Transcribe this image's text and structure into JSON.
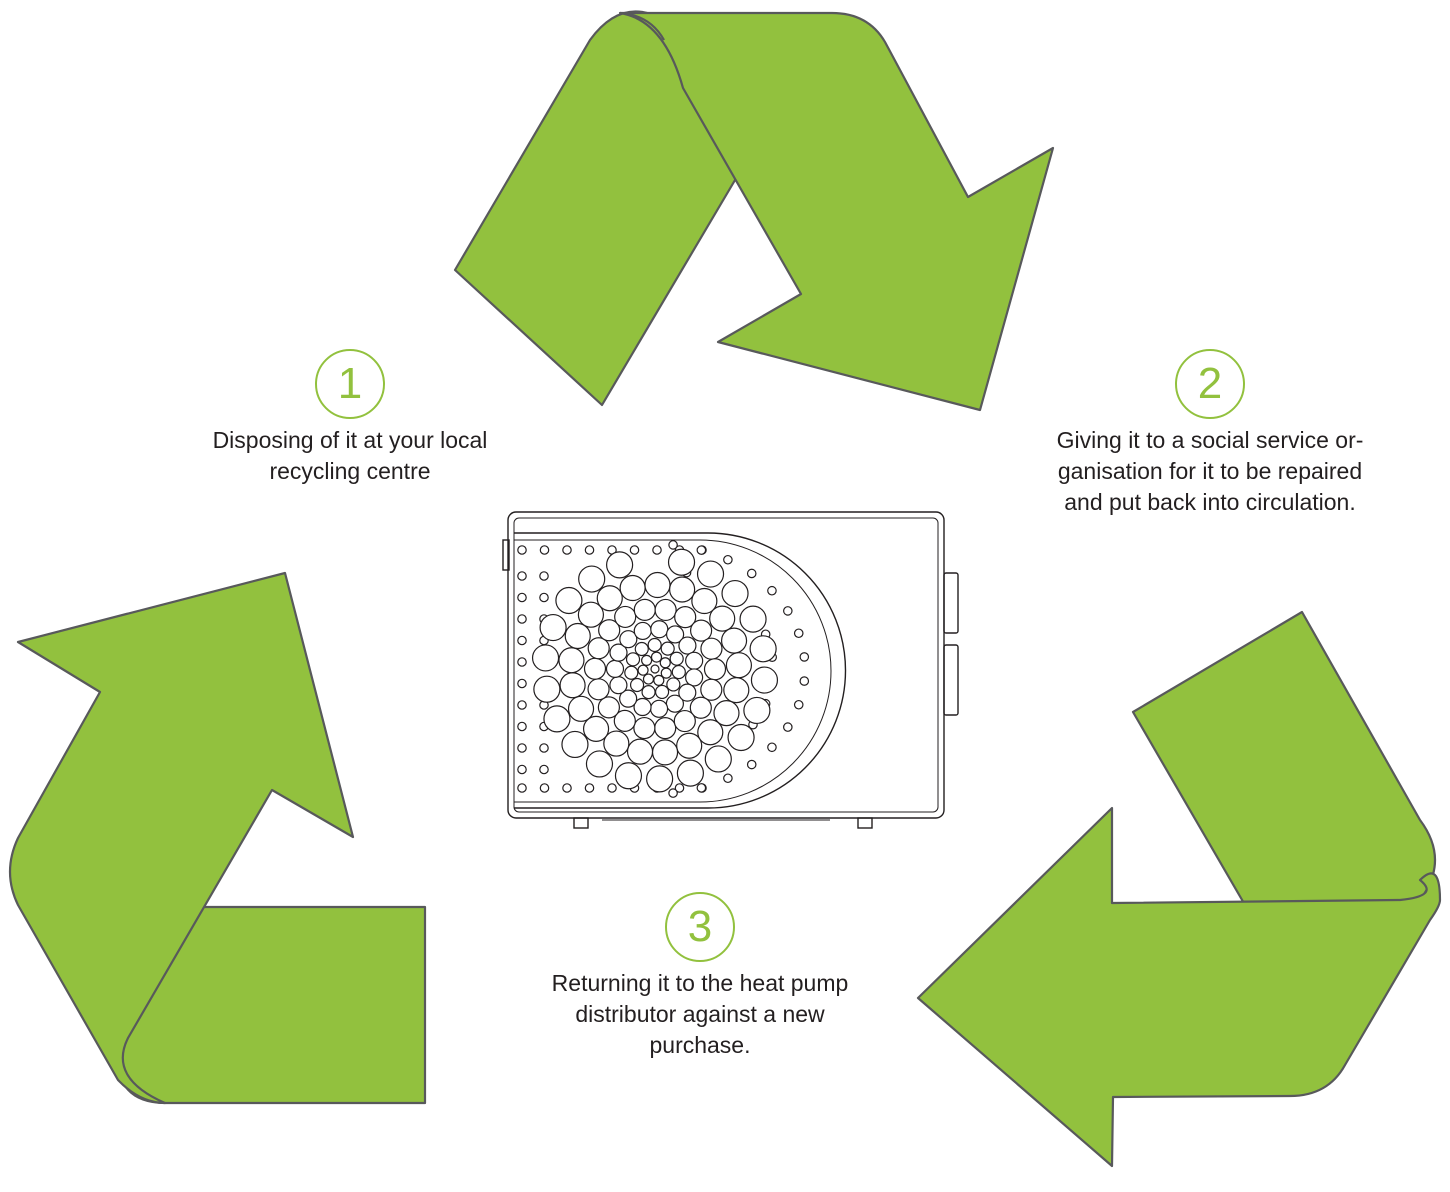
{
  "colors": {
    "arrow_fill": "#92c13e",
    "arrow_stroke": "#58595b",
    "number_circle": "#92c13e",
    "text": "#231f20"
  },
  "steps": [
    {
      "number": "1",
      "text": "Disposing of it at your local\nrecycling centre"
    },
    {
      "number": "2",
      "text": "Giving it to a social service or-\nganisation for it to be repaired\nand put back into circulation."
    },
    {
      "number": "3",
      "text": "Returning it to the heat pump\ndistributor against a new\npurchase."
    }
  ],
  "center_image": {
    "icon": "heat-pump-unit-icon"
  },
  "arrows": {
    "icon": "recycle-arrows-icon",
    "count": 3
  }
}
